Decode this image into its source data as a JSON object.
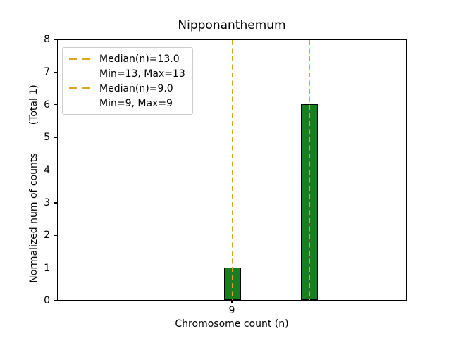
{
  "chart_data": {
    "type": "bar",
    "title": "Nipponanthemum",
    "xlabel": "Chromosome count (n)",
    "ylabel": "Normalized num of counts",
    "ylabel_suffix": "(Total 1)",
    "xlim": [
      -0.1,
      18.1
    ],
    "ylim": [
      0,
      8
    ],
    "yticks": [
      "0",
      "1",
      "2",
      "3",
      "4",
      "5",
      "6",
      "7",
      "8"
    ],
    "xticks": [
      {
        "x": 9,
        "label": "9"
      }
    ],
    "bars": [
      {
        "x": 9,
        "height": 1
      },
      {
        "x": 13,
        "height": 6
      }
    ],
    "bar_width": 0.9,
    "vlines": [
      {
        "x": 13,
        "name": "median-13"
      },
      {
        "x": 9,
        "name": "median-9"
      }
    ],
    "grid": false,
    "colors": {
      "bar_fill": "#1a7d1e",
      "bar_edge": "#000000",
      "vline": "#DAA520",
      "legend_border": "#cccccc",
      "text": "#000000"
    },
    "legend": {
      "position": "upper left",
      "entries": [
        {
          "handle": "dashed-line",
          "label": "Median(n)=13.0"
        },
        {
          "handle": "none",
          "label": "Min=13, Max=13"
        },
        {
          "handle": "dashed-line",
          "label": "Median(n)=9.0"
        },
        {
          "handle": "none",
          "label": "Min=9, Max=9"
        }
      ]
    }
  }
}
